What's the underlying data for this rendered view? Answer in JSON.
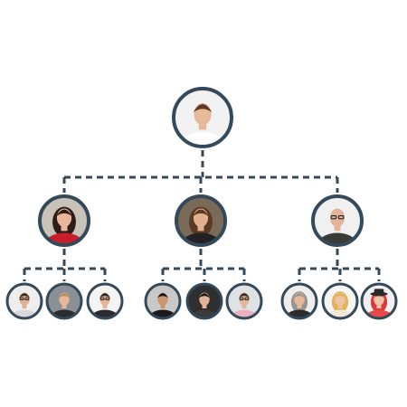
{
  "chart": {
    "type": "org-chart",
    "line_color": "#34495a",
    "ring_color": "#34495a",
    "root": {
      "icon": "avatar-man-short-brown-hair",
      "children": [
        {
          "icon": "avatar-woman-dark-hair-smiling",
          "children": [
            {
              "icon": "avatar-man-glasses"
            },
            {
              "icon": "avatar-man-short-blond-hair"
            },
            {
              "icon": "avatar-man-glasses-dark-hair"
            }
          ]
        },
        {
          "icon": "avatar-woman-long-brown-hair",
          "children": [
            {
              "icon": "avatar-man-dark-hair-black-shirt"
            },
            {
              "icon": "avatar-man-dark-hair-jacket"
            },
            {
              "icon": "avatar-man-glasses-pink-shirt"
            }
          ]
        },
        {
          "icon": "avatar-bald-man-glasses",
          "children": [
            {
              "icon": "avatar-woman-gray-bob-hair"
            },
            {
              "icon": "avatar-woman-blonde-hair"
            },
            {
              "icon": "avatar-woman-red-hair-hat"
            }
          ]
        }
      ]
    }
  }
}
